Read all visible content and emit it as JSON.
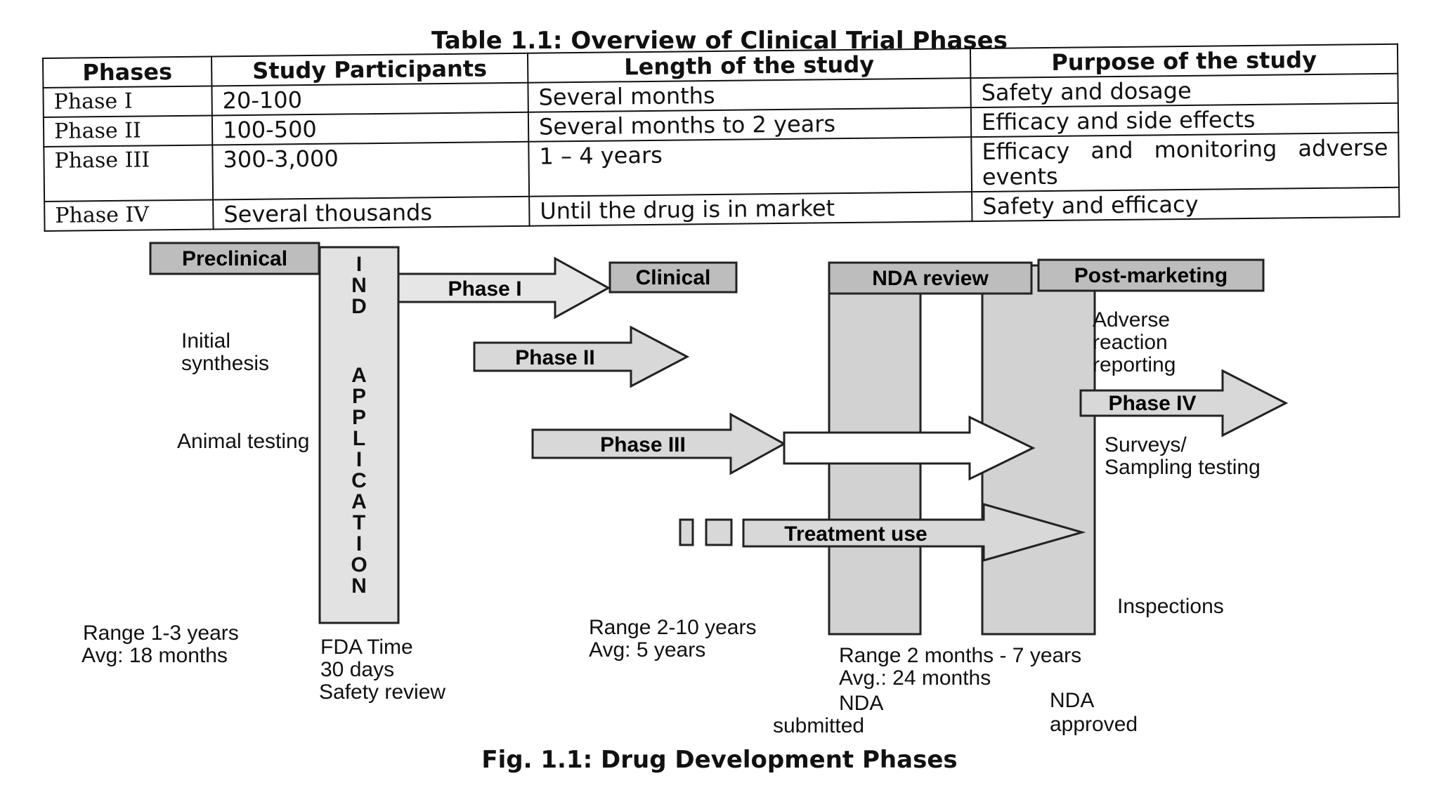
{
  "table": {
    "caption": "Table 1.1: Overview of Clinical Trial Phases",
    "headers": [
      "Phases",
      "Study Participants",
      "Length of the study",
      "Purpose of the study"
    ],
    "rows": [
      [
        "Phase I",
        "20-100",
        "Several months",
        "Safety and dosage"
      ],
      [
        "Phase II",
        "100-500",
        "Several months to 2 years",
        "Efficacy and side effects"
      ],
      [
        "Phase III",
        "300-3,000",
        "1 – 4 years",
        "Efficacy and monitoring adverse events"
      ],
      [
        "Phase IV",
        "Several thousands",
        "Until the drug is in market",
        "Safety and efficacy"
      ]
    ]
  },
  "figure": {
    "caption": "Fig. 1.1: Drug Development Phases",
    "stages": {
      "preclinical": "Preclinical",
      "clinical": "Clinical",
      "nda_review": "NDA review",
      "post_marketing": "Post-marketing"
    },
    "ind_top": "IND",
    "ind_bottom": "APPLICATION",
    "arrows": {
      "phase1": "Phase I",
      "phase2": "Phase II",
      "phase3": "Phase III",
      "treatment": "Treatment use",
      "phase4": "Phase IV"
    },
    "notes": {
      "initial_synthesis": "Initial synthesis",
      "animal_testing": "Animal testing",
      "adverse_reaction": "Adverse reaction reporting",
      "surveys": "Surveys/ Sampling testing",
      "inspections": "Inspections"
    },
    "bottom": {
      "preclinical_range": "Range 1-3 years",
      "preclinical_avg": "Avg: 18 months",
      "fda_time": "FDA Time",
      "fda_days": "30 days",
      "fda_review": "Safety review",
      "clinical_range": "Range 2-10 years",
      "clinical_avg": "Avg: 5 years",
      "nda_range": "Range 2 months - 7 years",
      "nda_avg": "Avg.: 24 months",
      "nda_submitted_1": "NDA",
      "nda_submitted_2": "submitted",
      "nda_approved_1": "NDA",
      "nda_approved_2": "approved"
    }
  }
}
